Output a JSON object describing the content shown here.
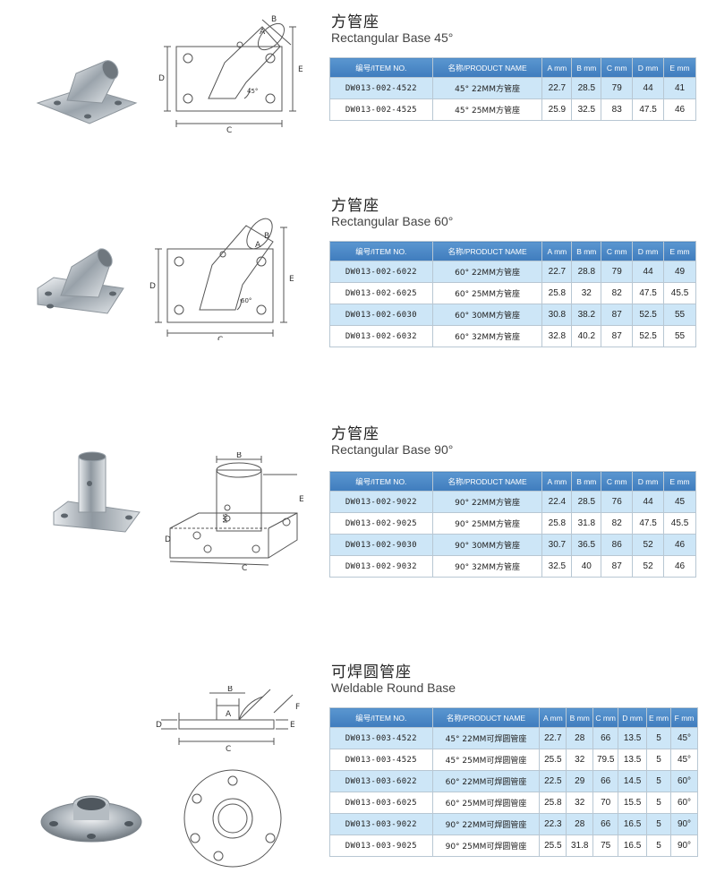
{
  "sections": [
    {
      "title_cn": "方管座",
      "title_en": "Rectangular Base 45°",
      "headers": [
        "编号/ITEM NO.",
        "名称/PRODUCT NAME",
        "A mm",
        "B mm",
        "C mm",
        "D mm",
        "E mm"
      ],
      "rows": [
        [
          "DW013-002-4522",
          "45° 22MM方管座",
          "22.7",
          "28.5",
          "79",
          "44",
          "41"
        ],
        [
          "DW013-002-4525",
          "45° 25MM方管座",
          "25.9",
          "32.5",
          "83",
          "47.5",
          "46"
        ]
      ],
      "drawing_labels": {
        "a": "A",
        "b": "B",
        "c": "C",
        "d": "D",
        "e": "E",
        "angle": "45°"
      }
    },
    {
      "title_cn": "方管座",
      "title_en": "Rectangular Base 60°",
      "headers": [
        "编号/ITEM NO.",
        "名称/PRODUCT NAME",
        "A mm",
        "B mm",
        "C mm",
        "D mm",
        "E mm"
      ],
      "rows": [
        [
          "DW013-002-6022",
          "60° 22MM方管座",
          "22.7",
          "28.8",
          "79",
          "44",
          "49"
        ],
        [
          "DW013-002-6025",
          "60° 25MM方管座",
          "25.8",
          "32",
          "82",
          "47.5",
          "45.5"
        ],
        [
          "DW013-002-6030",
          "60° 30MM方管座",
          "30.8",
          "38.2",
          "87",
          "52.5",
          "55"
        ],
        [
          "DW013-002-6032",
          "60° 32MM方管座",
          "32.8",
          "40.2",
          "87",
          "52.5",
          "55"
        ]
      ],
      "drawing_labels": {
        "a": "A",
        "b": "B",
        "c": "C",
        "d": "D",
        "e": "E",
        "angle": "60°"
      }
    },
    {
      "title_cn": "方管座",
      "title_en": "Rectangular Base 90°",
      "headers": [
        "编号/ITEM NO.",
        "名称/PRODUCT NAME",
        "A mm",
        "B mm",
        "C mm",
        "D mm",
        "E mm"
      ],
      "rows": [
        [
          "DW013-002-9022",
          "90° 22MM方管座",
          "22.4",
          "28.5",
          "76",
          "44",
          "45"
        ],
        [
          "DW013-002-9025",
          "90° 25MM方管座",
          "25.8",
          "31.8",
          "82",
          "47.5",
          "45.5"
        ],
        [
          "DW013-002-9030",
          "90° 30MM方管座",
          "30.7",
          "36.5",
          "86",
          "52",
          "46"
        ],
        [
          "DW013-002-9032",
          "90° 32MM方管座",
          "32.5",
          "40",
          "87",
          "52",
          "46"
        ]
      ],
      "drawing_labels": {
        "b": "B",
        "c": "C",
        "d": "D",
        "e": "E",
        "marking": "M6"
      }
    },
    {
      "title_cn": "可焊圆管座",
      "title_en": "Weldable Round Base",
      "headers": [
        "编号/ITEM NO.",
        "名称/PRODUCT NAME",
        "A mm",
        "B mm",
        "C mm",
        "D mm",
        "E mm",
        "F mm"
      ],
      "rows": [
        [
          "DW013-003-4522",
          "45° 22MM可焊圆管座",
          "22.7",
          "28",
          "66",
          "13.5",
          "5",
          "45°"
        ],
        [
          "DW013-003-4525",
          "45° 25MM可焊圆管座",
          "25.5",
          "32",
          "79.5",
          "13.5",
          "5",
          "45°"
        ],
        [
          "DW013-003-6022",
          "60° 22MM可焊圆管座",
          "22.5",
          "29",
          "66",
          "14.5",
          "5",
          "60°"
        ],
        [
          "DW013-003-6025",
          "60° 25MM可焊圆管座",
          "25.8",
          "32",
          "70",
          "15.5",
          "5",
          "60°"
        ],
        [
          "DW013-003-9022",
          "90° 22MM可焊圆管座",
          "22.3",
          "28",
          "66",
          "16.5",
          "5",
          "90°"
        ],
        [
          "DW013-003-9025",
          "90° 25MM可焊圆管座",
          "25.5",
          "31.8",
          "75",
          "16.5",
          "5",
          "90°"
        ]
      ],
      "drawing_labels": {
        "a": "A",
        "b": "B",
        "c": "C",
        "d": "D",
        "e": "E",
        "f": "F"
      }
    }
  ]
}
